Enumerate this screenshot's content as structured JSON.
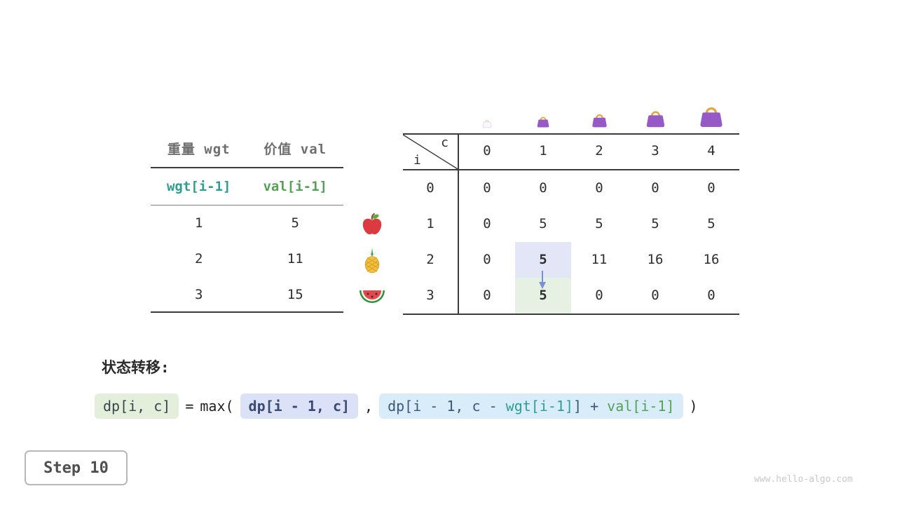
{
  "page": {
    "watermark": "www.hello-algo.com"
  },
  "step": {
    "label": "Step 10"
  },
  "weights_table": {
    "col1_header": "重量 wgt",
    "col2_header": "价值 val",
    "var_row": {
      "wgt": "wgt[i-1]",
      "val": "val[i-1]"
    },
    "rows": [
      {
        "wgt": "1",
        "val": "5"
      },
      {
        "wgt": "2",
        "val": "11"
      },
      {
        "wgt": "3",
        "val": "15"
      }
    ]
  },
  "fruits": [
    "apple",
    "pineapple",
    "watermelon"
  ],
  "icons": {
    "fruits": [
      "apple-icon",
      "pineapple-icon",
      "watermelon-icon"
    ],
    "bags": [
      "bag-empty-icon",
      "bag-small-icon",
      "bag-medium-icon",
      "bag-large-icon",
      "bag-xlarge-icon"
    ],
    "arrow": "arrow-down-icon"
  },
  "dp_table": {
    "corner": {
      "row_var": "i",
      "col_var": "c"
    },
    "col_headers": [
      "0",
      "1",
      "2",
      "3",
      "4"
    ],
    "row_headers": [
      "0",
      "1",
      "2",
      "3"
    ],
    "rows": [
      [
        "0",
        "0",
        "0",
        "0",
        "0"
      ],
      [
        "0",
        "5",
        "5",
        "5",
        "5"
      ],
      [
        "0",
        "5",
        "11",
        "16",
        "16"
      ],
      [
        "0",
        "5",
        "0",
        "0",
        "0"
      ]
    ],
    "highlights": {
      "blue_cell": {
        "row": 2,
        "col": 1
      },
      "green_cell": {
        "row": 3,
        "col": 1
      },
      "dim_cells": [
        [
          3,
          2
        ],
        [
          3,
          3
        ],
        [
          3,
          4
        ]
      ]
    }
  },
  "transition": {
    "label": "状态转移:",
    "lhs": "dp[i, c]",
    "equals": "=",
    "max_open": "max(",
    "arg1": "dp[i - 1, c]",
    "comma": ",",
    "arg2_prefix": "dp[i - 1, c - ",
    "arg2_wgt": "wgt[i-1]",
    "arg2_infix": "] + ",
    "arg2_val": "val[i-1]",
    "close_paren": ")"
  },
  "colors": {
    "teal": "#2f9d8f",
    "green": "#55a158",
    "highlight_blue": "#e2e6f7",
    "highlight_green": "#e7f1e3",
    "formula_green_bg": "#e3efda",
    "formula_blue_bg": "#dbe1f7",
    "formula_sky_bg": "#d9ecfa",
    "arrow": "#7b8fd4",
    "bag_purple": "#9659c6",
    "bag_handle": "#e8a33d"
  }
}
